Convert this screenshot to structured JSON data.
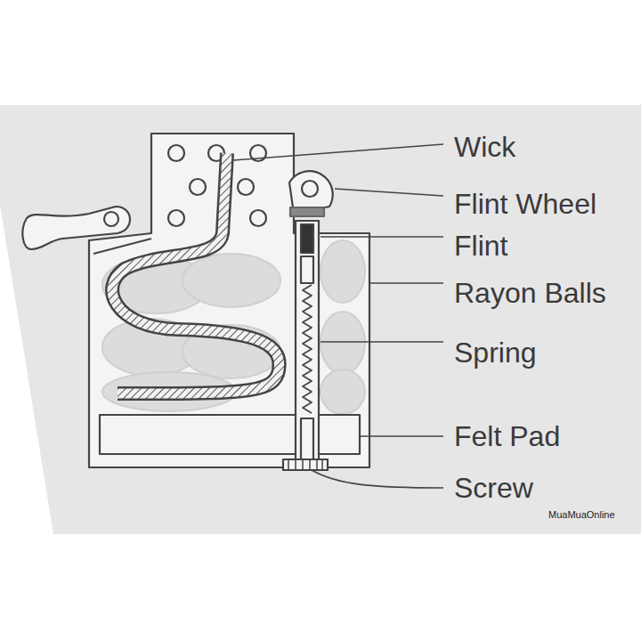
{
  "diagram": {
    "labels": [
      "Wick",
      "Flint Wheel",
      "Flint",
      "Rayon Balls",
      "Spring",
      "Felt Pad",
      "Screw",
      "MuaMuaOnline"
    ]
  }
}
